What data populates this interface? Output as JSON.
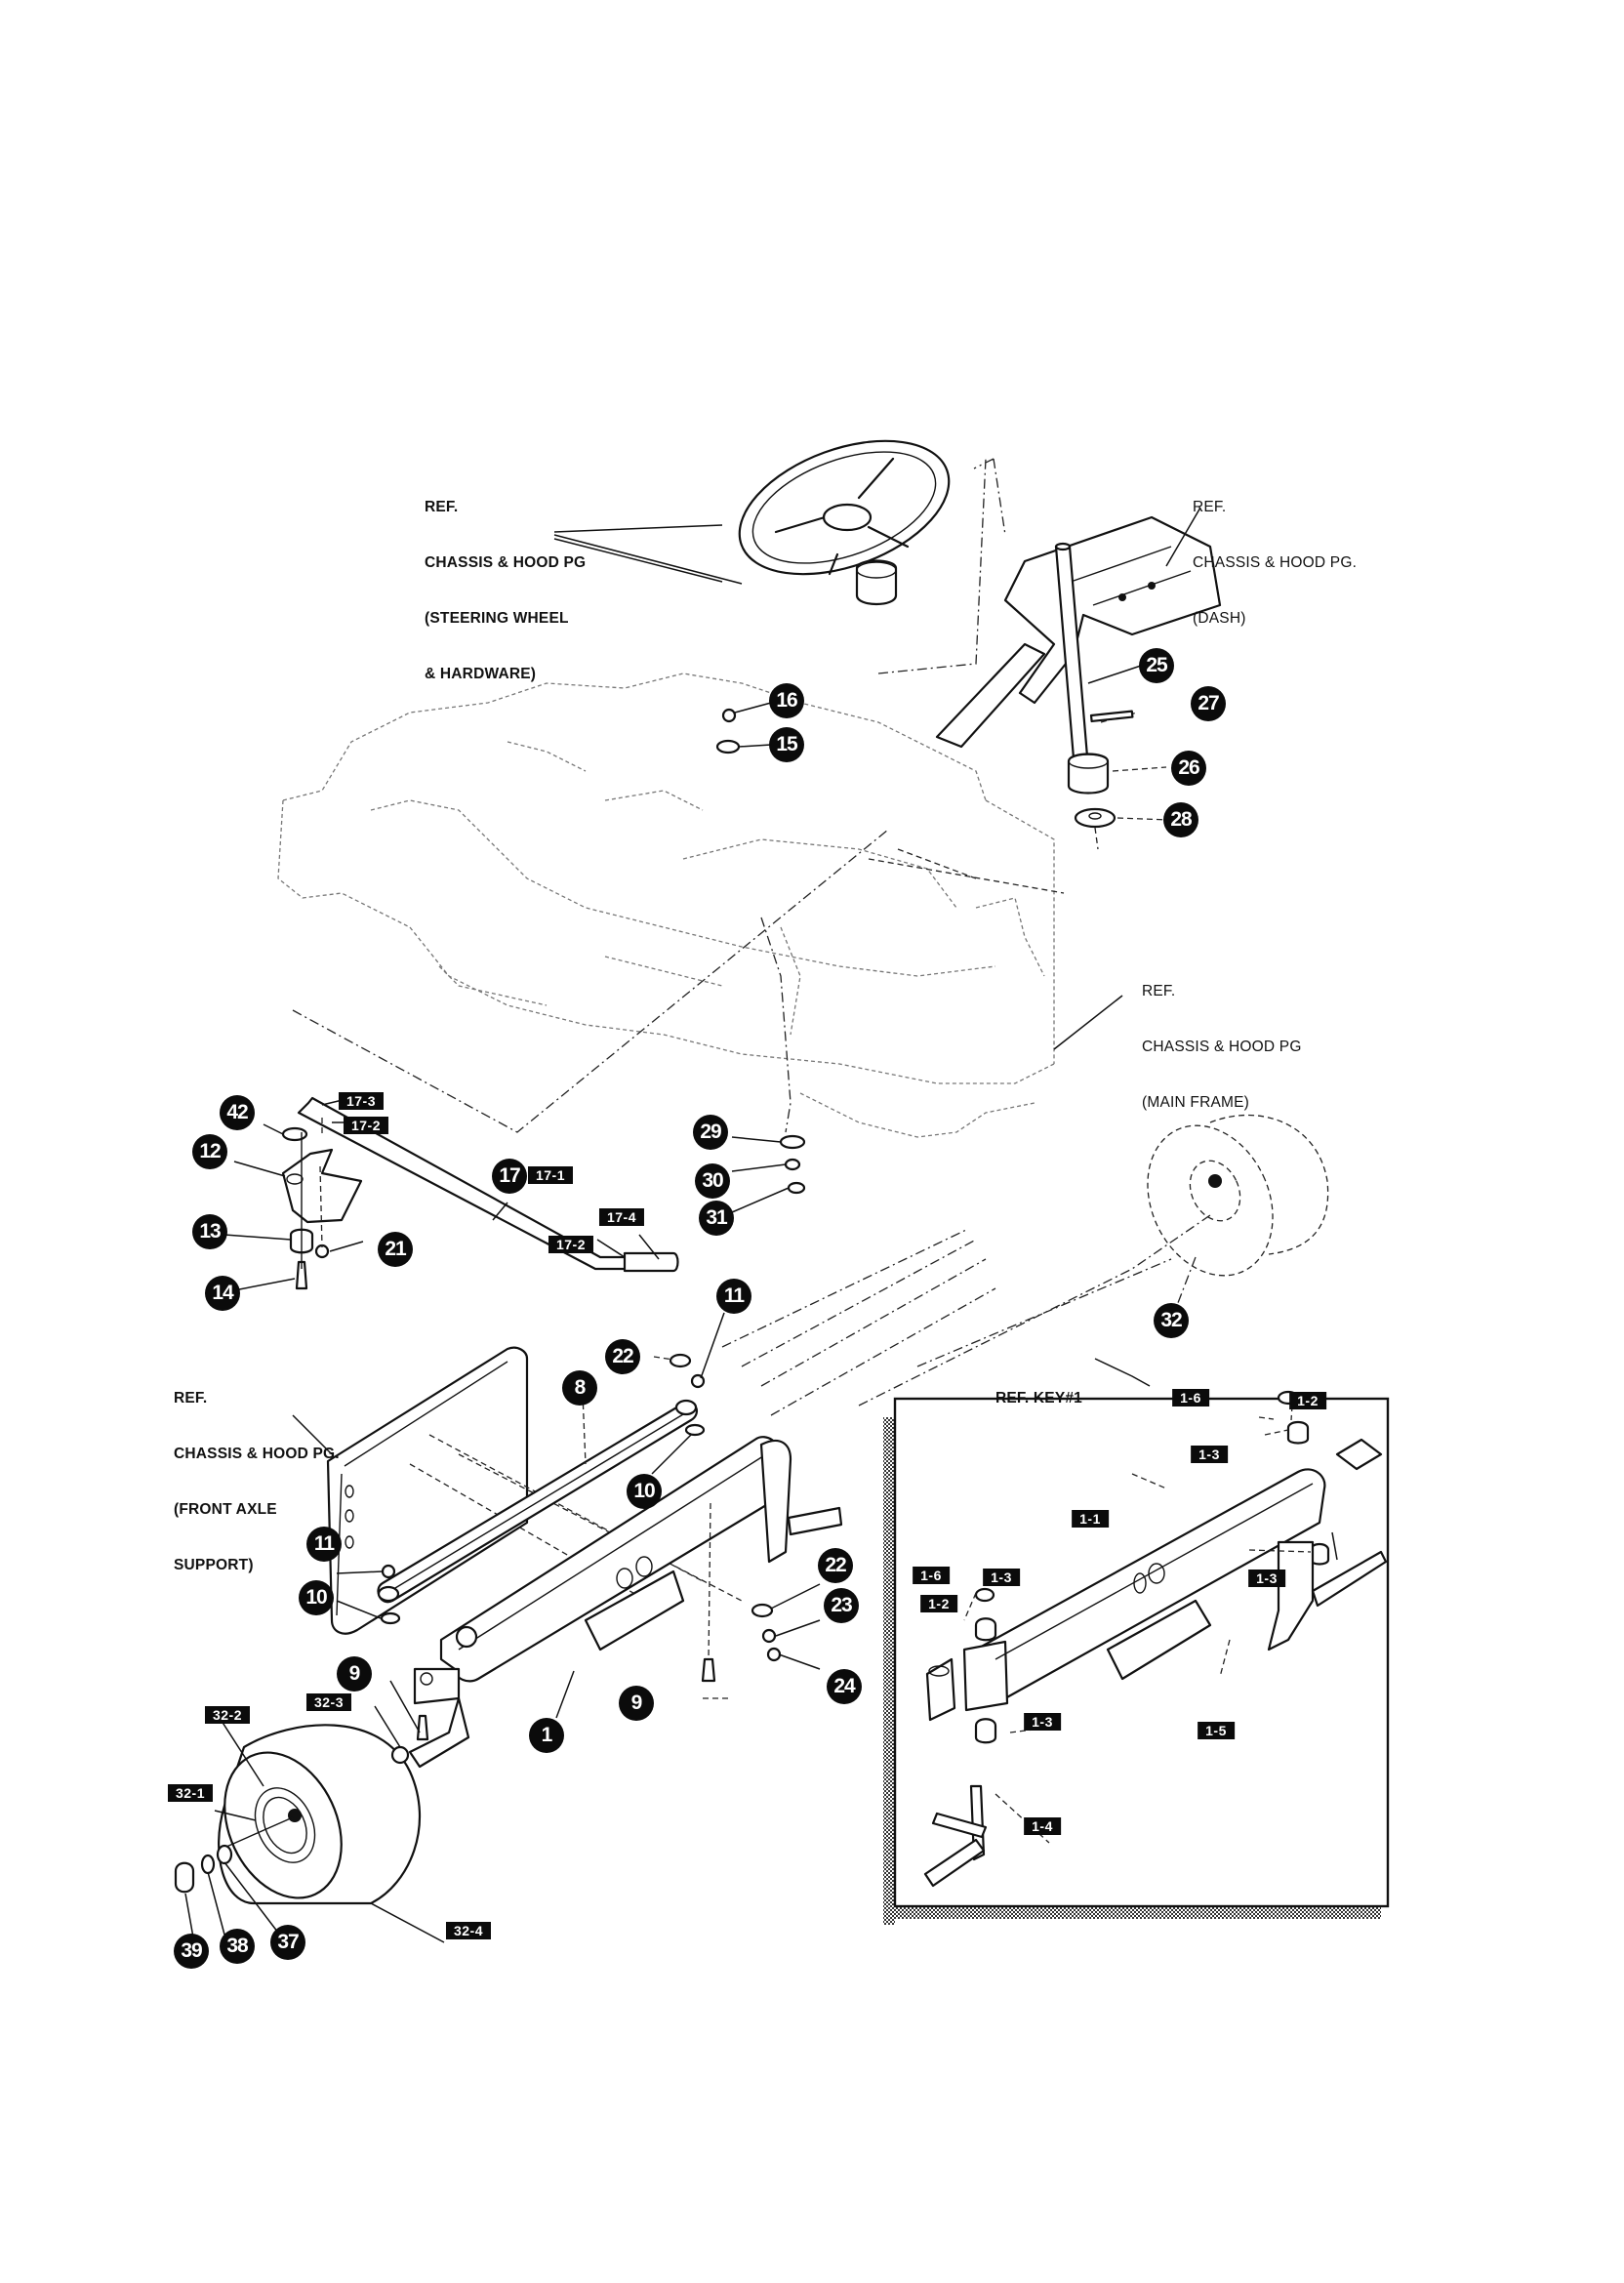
{
  "diagram": {
    "title": "Front axle & steering exploded parts diagram",
    "reference_notes": [
      {
        "id": "steering-wheel-ref",
        "lines": [
          "REF.",
          "CHASSIS & HOOD PG",
          "(STEERING WHEEL",
          "& HARDWARE)"
        ]
      },
      {
        "id": "dash-ref",
        "lines": [
          "REF.",
          "CHASSIS & HOOD PG.",
          "(DASH)"
        ]
      },
      {
        "id": "main-frame-ref",
        "lines": [
          "REF.",
          "CHASSIS & HOOD PG",
          "(MAIN FRAME)"
        ]
      },
      {
        "id": "front-axle-support-ref",
        "lines": [
          "REF.",
          "CHASSIS & HOOD PG.",
          "(FRONT AXLE",
          "SUPPORT)"
        ]
      },
      {
        "id": "ref-key-1",
        "lines": [
          "REF. KEY#1"
        ]
      }
    ],
    "callouts": [
      {
        "num": "1"
      },
      {
        "num": "8"
      },
      {
        "num": "9"
      },
      {
        "num": "9"
      },
      {
        "num": "10"
      },
      {
        "num": "10"
      },
      {
        "num": "11"
      },
      {
        "num": "11"
      },
      {
        "num": "12"
      },
      {
        "num": "13"
      },
      {
        "num": "14"
      },
      {
        "num": "15"
      },
      {
        "num": "16"
      },
      {
        "num": "17"
      },
      {
        "num": "21"
      },
      {
        "num": "22"
      },
      {
        "num": "22"
      },
      {
        "num": "23"
      },
      {
        "num": "24"
      },
      {
        "num": "25"
      },
      {
        "num": "26"
      },
      {
        "num": "27"
      },
      {
        "num": "28"
      },
      {
        "num": "29"
      },
      {
        "num": "30"
      },
      {
        "num": "31"
      },
      {
        "num": "32"
      },
      {
        "num": "37"
      },
      {
        "num": "38"
      },
      {
        "num": "39"
      },
      {
        "num": "42"
      }
    ],
    "sub_tags": [
      {
        "label": "17-1"
      },
      {
        "label": "17-2"
      },
      {
        "label": "17-2"
      },
      {
        "label": "17-3"
      },
      {
        "label": "17-4"
      },
      {
        "label": "32-1"
      },
      {
        "label": "32-2"
      },
      {
        "label": "32-3"
      },
      {
        "label": "32-4"
      }
    ],
    "inset": {
      "tags": [
        {
          "label": "1-1"
        },
        {
          "label": "1-2"
        },
        {
          "label": "1-2"
        },
        {
          "label": "1-3"
        },
        {
          "label": "1-3"
        },
        {
          "label": "1-3"
        },
        {
          "label": "1-3"
        },
        {
          "label": "1-4"
        },
        {
          "label": "1-5"
        },
        {
          "label": "1-6"
        },
        {
          "label": "1-6"
        }
      ]
    }
  }
}
